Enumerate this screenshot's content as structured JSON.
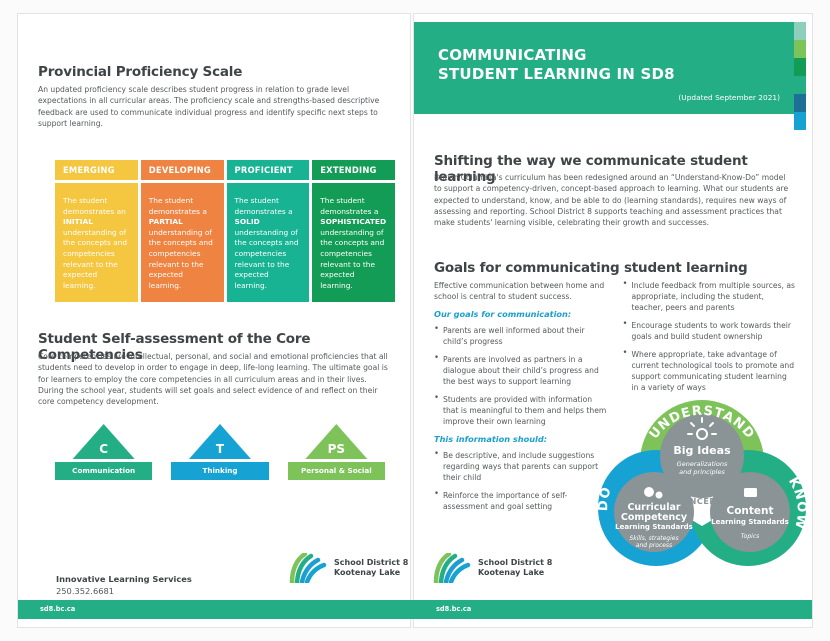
{
  "colors": {
    "teal": "#23ae86",
    "accent_blue": "#1b9fd0",
    "emerging": "#f5c63f",
    "developing": "#ef8341",
    "proficient": "#17b393",
    "extending": "#139c55",
    "text": "#54595b",
    "heading": "#3f4547",
    "strip": [
      "#8ecfbc",
      "#7ec25a",
      "#139c55",
      "#23ae86",
      "#1d6f95",
      "#16a3d4"
    ]
  },
  "header": {
    "title_line1": "COMMUNICATING",
    "title_line2": "STUDENT LEARNING IN SD8",
    "updated": "(Updated September 2021)"
  },
  "proficiency": {
    "heading": "Provincial Proficiency Scale",
    "intro": "An updated proficiency scale describes student progress in relation to grade level expectations in all curricular areas.  The proficiency scale and strengths-based descriptive feedback are used to communicate individual progress and identify specific next steps to support learning.",
    "levels": [
      {
        "label": "EMERGING",
        "color": "#f5c63f",
        "pre": "The student demonstrates an ",
        "strong": "INITIAL",
        "post": " understanding of the concepts and competencies relevant to the expected learning."
      },
      {
        "label": "DEVELOPING",
        "color": "#ef8341",
        "pre": "The student demonstrates a ",
        "strong": "PARTIAL",
        "post": " understanding of the concepts and competencies relevant to the expected learning."
      },
      {
        "label": "PROFICIENT",
        "color": "#17b393",
        "pre": "The student demonstrates a ",
        "strong": "SOLID",
        "post": " understanding of the concepts and competencies relevant to the expected learning."
      },
      {
        "label": "EXTENDING",
        "color": "#139c55",
        "pre": "The student demonstrates a ",
        "strong": "SOPHISTICATED",
        "post": " understanding of the concepts and competencies relevant to the expected learning."
      }
    ]
  },
  "core_competencies": {
    "heading": "Student Self-assessment of the Core Competencies",
    "intro": "Core competencies are intellectual, personal, and social and emotional proficiencies that all students need to develop in order to engage in deep, life-long learning. The ultimate goal is for learners to employ the core competencies in all curriculum areas and in their lives. During the school year, students will set goals and select evidence of and reflect on their core competency development.",
    "items": [
      {
        "glyph": "C",
        "label": "Communication",
        "color": "#23ae86"
      },
      {
        "glyph": "T",
        "label": "Thinking",
        "color": "#16a3d4"
      },
      {
        "glyph": "PS",
        "label": "Personal & Social",
        "color": "#7ec25a"
      }
    ]
  },
  "shifting": {
    "heading": "Shifting the way we communicate student learning",
    "body": "British Columbia's curriculum has been redesigned around an “Understand-Know-Do” model to support a competency-driven, concept-based approach to learning. What our students are expected to understand, know, and be able to do (learning standards), requires new ways of assessing and reporting. School District 8 supports teaching and assessment practices that make students' learning visible, celebrating their growth and successes."
  },
  "goals": {
    "heading": "Goals for communicating student learning",
    "intro": "Effective communication between home and school is central to student success.",
    "subhead_goals": "Our goals for communication:",
    "goal_items": [
      "Parents are well informed about their child’s progress",
      "Parents are involved as partners in a dialogue about their child’s progress and the best ways to support learning",
      "Students are provided with information that is meaningful to them and helps them improve their own learning"
    ],
    "subhead_info": "This information should:",
    "info_items": [
      "Be descriptive, and include suggestions regarding ways that parents can support their child",
      "Reinforce the importance of self-assessment and goal setting"
    ],
    "right_items": [
      "Include feedback from multiple sources, as appropriate, including the student, teacher, peers and parents",
      "Encourage students to work towards their goals and build student ownership",
      "Where appropriate, take advantage of current technological tools to promote and support communicating student learning in a variety of ways"
    ]
  },
  "venn": {
    "understand": {
      "label": "UNDERSTAND",
      "color": "#7ec25a",
      "title": "Big Ideas",
      "sub1": "Generalizations",
      "sub2": "and principles"
    },
    "do": {
      "label": "DO",
      "color": "#16a3d4",
      "title1": "Curricular",
      "title2": "Competency",
      "sub": "Learning Standards",
      "sub2a": "Skills, strategies",
      "sub2b": "and process"
    },
    "know": {
      "label": "KNOW",
      "color": "#23ae86",
      "title": "Content",
      "sub": "Learning Standards",
      "sub2": "Topics"
    },
    "center": "CONCEPTS"
  },
  "footer": {
    "org": "Innovative Learning Services",
    "phone": "250.352.6681",
    "logo_line1": "School District 8",
    "logo_line2": "Kootenay Lake",
    "url": "sd8.bc.ca"
  }
}
